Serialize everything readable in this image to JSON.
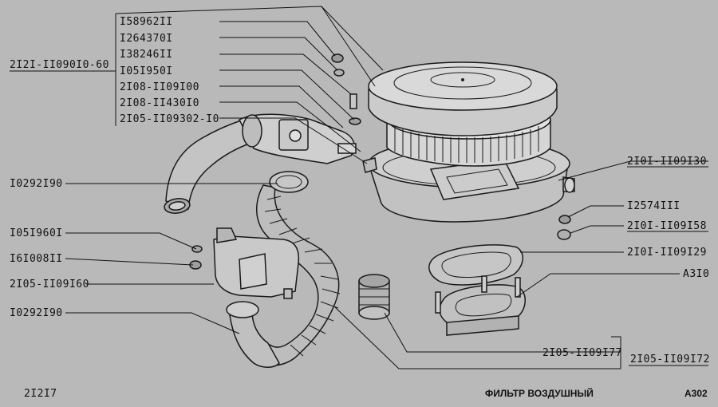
{
  "diagram": {
    "title": "ФИЛЬТР ВОЗДУШНЫЙ",
    "page_code": "А302",
    "sheet_number": "2I2I7",
    "assembly_number": "2I2I-II090I0-60",
    "group_number": "2I05-II09I72",
    "labels": {
      "p1": "I58962II",
      "p2": "I264370I",
      "p3": "I38246II",
      "p4": "I05I950I",
      "p5": "2I08-II09I00",
      "p6": "2I08-II430I0",
      "p7": "2I05-II09302-I0",
      "p8": "I0292I90",
      "p9": "I05I960I",
      "p10": "I6I008II",
      "p11": "2I05-II09I60",
      "p12": "I0292I90",
      "p13": "2I0I-II09I30",
      "p14": "I2574III",
      "p15": "2I0I-II09I58",
      "p16": "2I0I-II09I29",
      "p17": "А3I0",
      "p18": "2I05-II09I77"
    }
  }
}
